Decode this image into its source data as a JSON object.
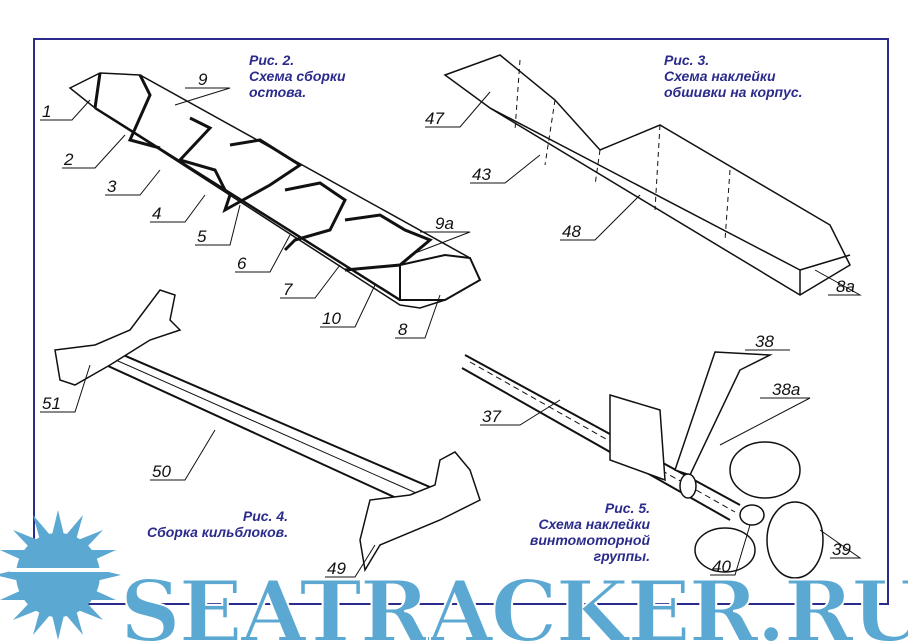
{
  "figures": [
    {
      "title": "Рис. 2.",
      "caption": [
        "Схема сборки",
        "остова."
      ]
    },
    {
      "title": "Рис. 3.",
      "caption": [
        "Схема наклейки",
        "обшивки на корпус."
      ]
    },
    {
      "title": "Рис. 4.",
      "caption": [
        "Сборка кильблоков."
      ]
    },
    {
      "title": "Рис. 5.",
      "caption": [
        "Схема наклейки",
        "винтомоторной",
        "группы."
      ]
    }
  ],
  "labels": {
    "fig2": [
      "1",
      "2",
      "3",
      "4",
      "5",
      "6",
      "7",
      "10",
      "8",
      "9",
      "9а"
    ],
    "fig3": [
      "47",
      "43",
      "48",
      "8а"
    ],
    "fig4": [
      "51",
      "50",
      "49"
    ],
    "fig5": [
      "38",
      "38а",
      "37",
      "39",
      "40"
    ]
  },
  "watermark": {
    "text": "SEATRACKER.RU",
    "color": "#5ba8d2"
  },
  "colors": {
    "frame": "#2b2b8c",
    "caption": "#2b2b8c"
  }
}
